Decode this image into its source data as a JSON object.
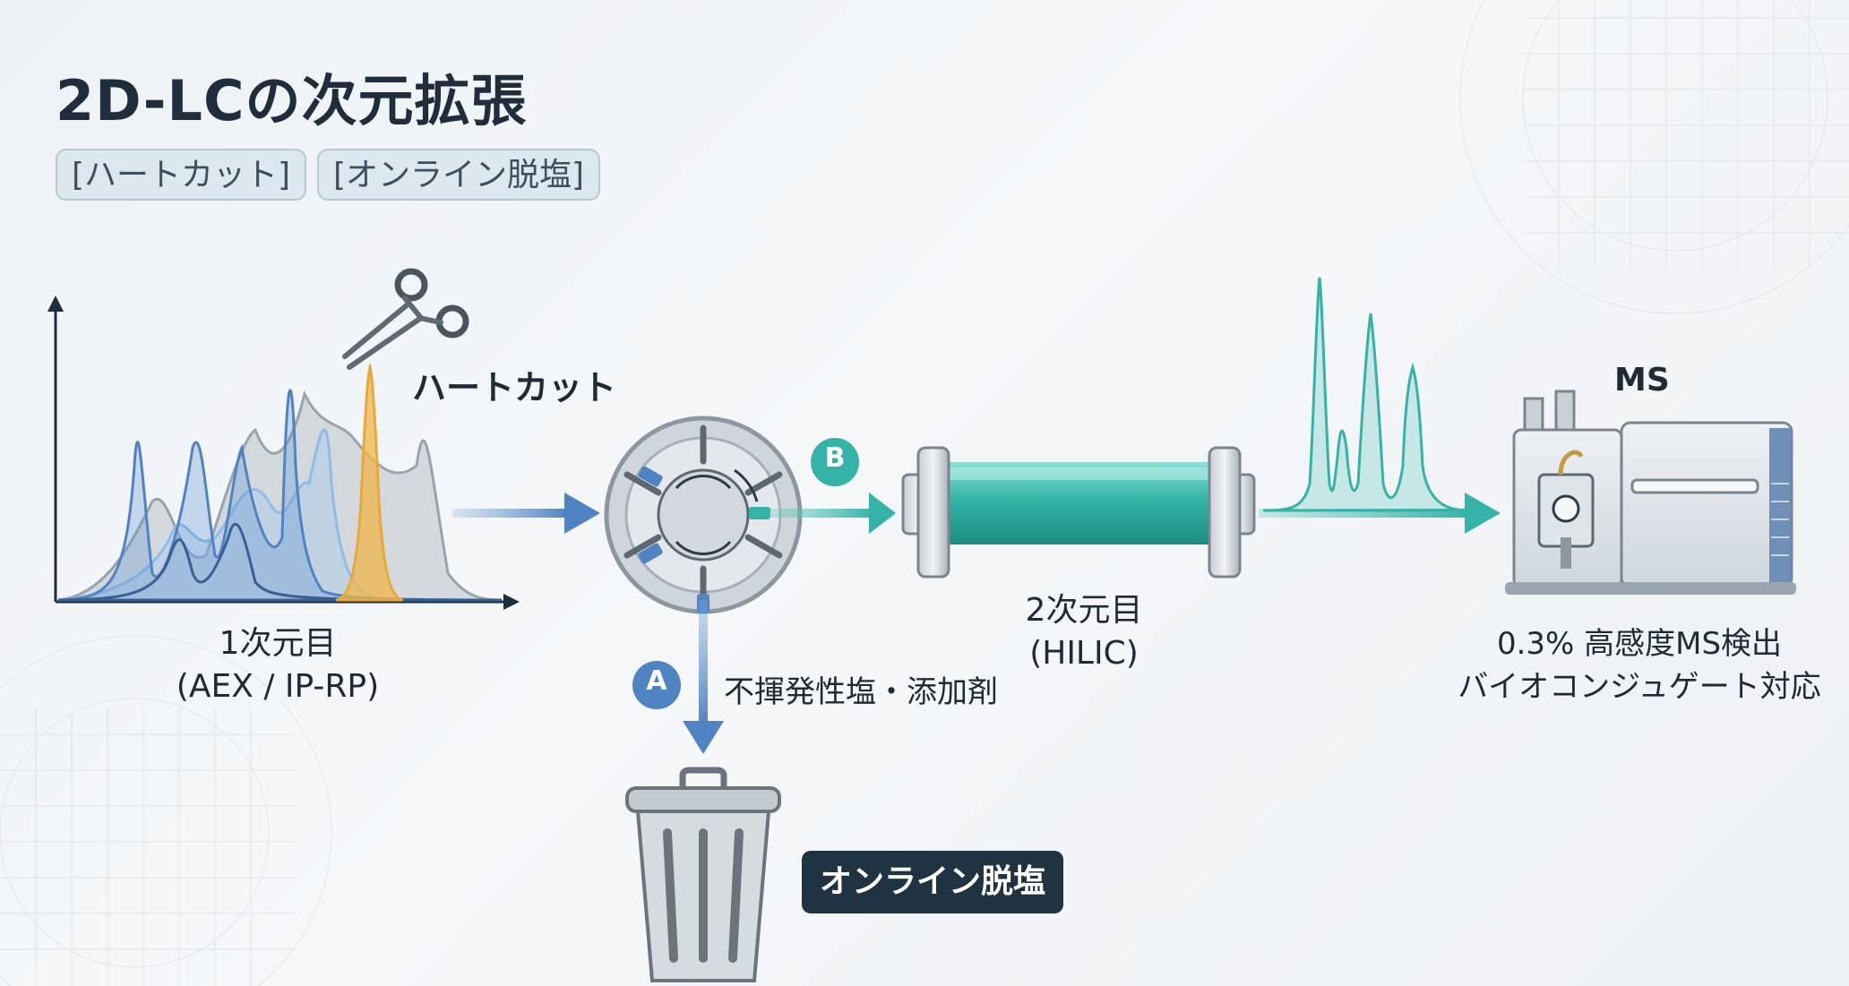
{
  "title": "2D-LCの次元拡張",
  "tags": [
    "[ハートカット]",
    "[オンライン脱塩]"
  ],
  "heartcut_label": "ハートカット",
  "first_dimension": {
    "line1": "1次元目",
    "line2": "(AEX / IP-RP)"
  },
  "second_dimension": {
    "line1": "2次元目",
    "line2": "(HILIC)"
  },
  "path_a": {
    "badge": "A",
    "label": "不揮発性塩・添加剤"
  },
  "path_b": {
    "badge": "B"
  },
  "waste_label": "オンライン脱塩",
  "ms": {
    "label": "MS",
    "line1": "0.3% 高感度MS検出",
    "line2": "バイオコンジュゲート対応"
  },
  "icons": [
    "scissors-icon",
    "switching-valve-icon",
    "column-icon",
    "ms-instrument-icon",
    "trash-can-icon"
  ],
  "colors": {
    "accent_teal": "#36b3a8",
    "accent_blue": "#4f83c2",
    "accent_yellow": "#e8a93a",
    "dark_text": "#1f2d3d",
    "chip_bg": "#1f3342"
  }
}
